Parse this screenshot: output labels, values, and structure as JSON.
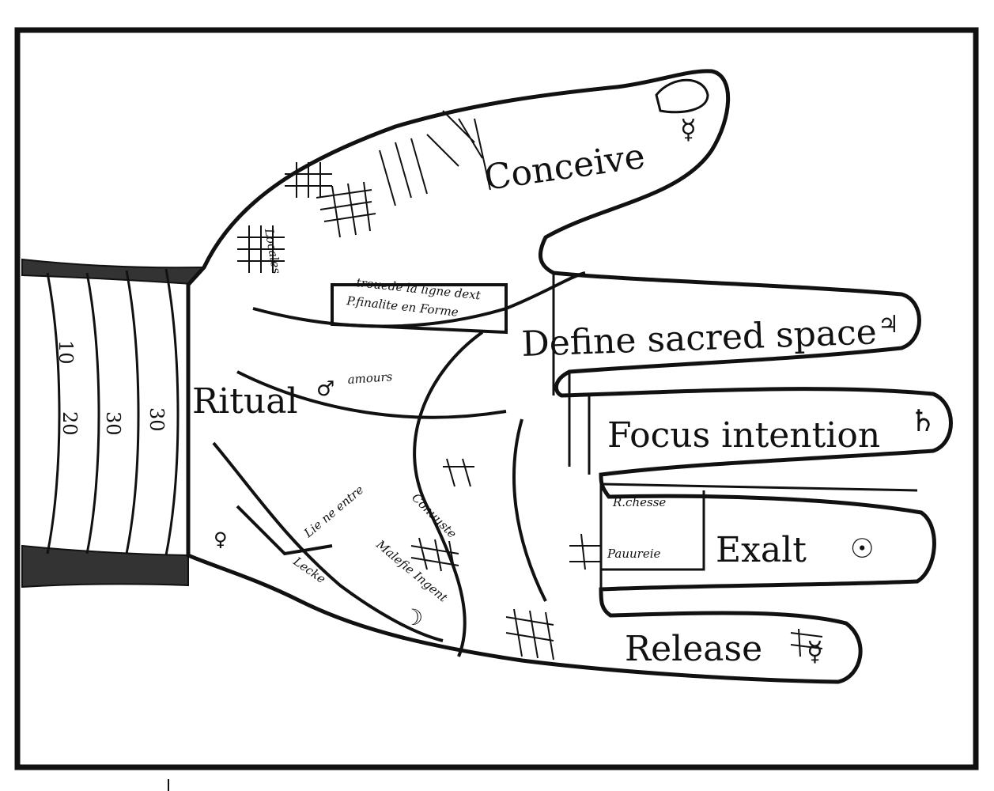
{
  "labels": {
    "thumb": "Conceive",
    "index": "Define sacred space",
    "middle": "Focus intention",
    "ring": "Exalt",
    "little": "Release",
    "palm": "Ritual"
  },
  "small_inscriptions": {
    "line_1": "trouede la ligne dext",
    "line_2": "P.finalite en Forme",
    "line_3": "Lie ne entre",
    "line_4": "Malefie Ingent",
    "line_5": "Conuuste",
    "line_6": "Lecke",
    "line_7": "R.chesse",
    "line_8": "Pauureie",
    "line_9": "Locales",
    "line_10": "amours"
  },
  "wrist_scale": [
    "10",
    "20",
    "30",
    "30"
  ],
  "symbols": {
    "thumb_sym": "☿",
    "index_sym": "♃",
    "middle_sym": "♄",
    "ring_sym": "☉",
    "little_sym": "☿",
    "mars": "♂",
    "venus": "♀",
    "moon": "☽"
  },
  "colors": {
    "ink": "#111111",
    "paper": "#ffffff"
  }
}
